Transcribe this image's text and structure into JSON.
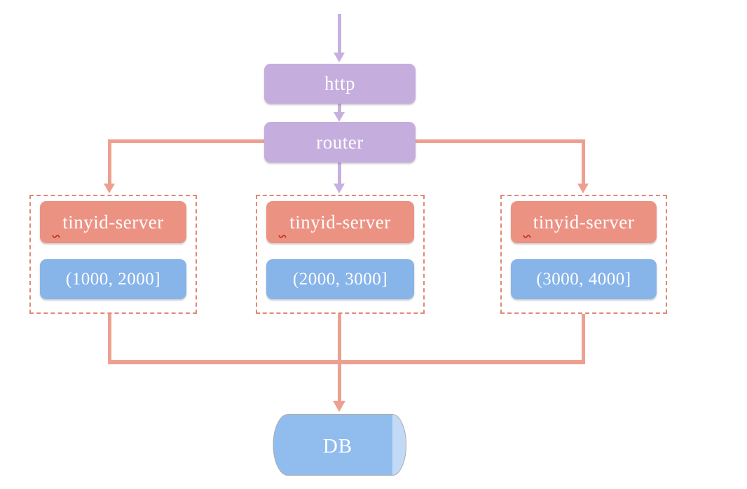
{
  "diagram": {
    "http_label": "http",
    "router_label": "router",
    "servers": [
      {
        "label": "tinyid-server",
        "range": "(1000, 2000]"
      },
      {
        "label": "tinyid-server",
        "range": "(2000, 3000]"
      },
      {
        "label": "tinyid-server",
        "range": "(3000, 4000]"
      }
    ],
    "db_label": "DB",
    "colors": {
      "node_purple": "#c5aede",
      "node_salmon": "#ec9283",
      "node_blue": "#87b4e9",
      "db_body": "#90bdee",
      "db_cap": "#c3daf7",
      "connector_salmon": "#eda090",
      "connector_purple": "#c7b0e0",
      "group_dashed_border": "#e28875",
      "label_text": "#ffffff",
      "spellcheck_red": "#c5311f"
    }
  }
}
